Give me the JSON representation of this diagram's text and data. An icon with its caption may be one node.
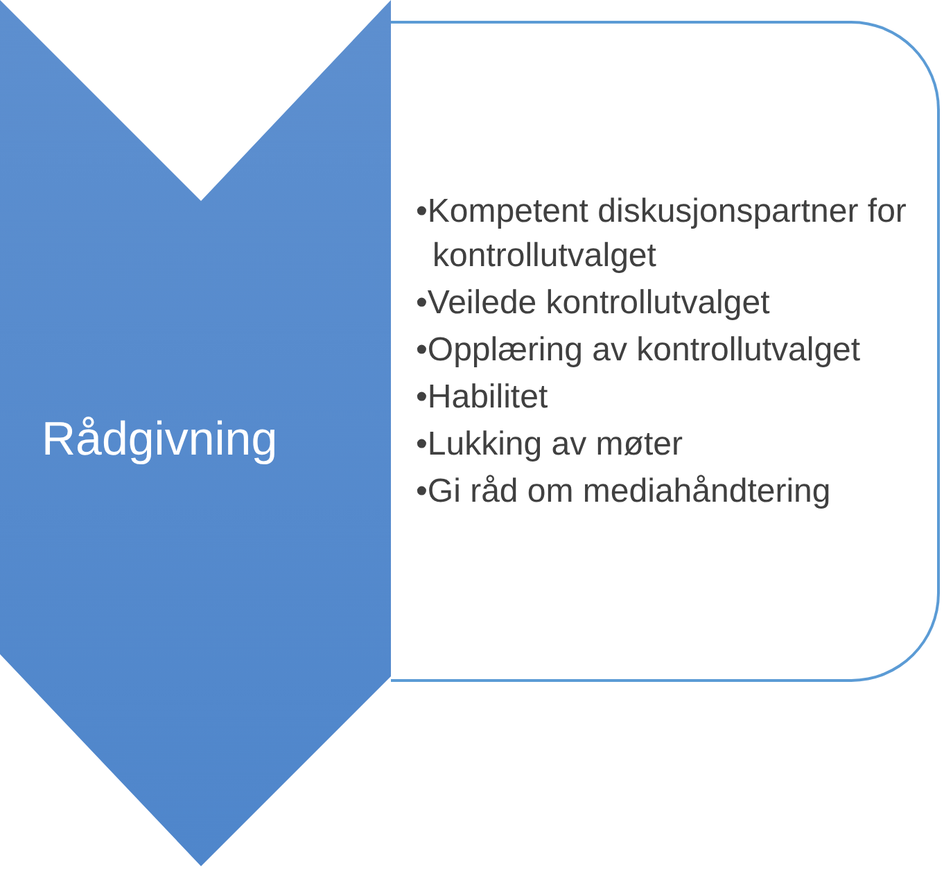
{
  "diagram": {
    "nodes": [
      {
        "text": [
          "Rådgivning"
        ]
      },
      {
        "text": [
          "•Kompetent diskusjonspartner for kontrollutvalget",
          "•Veilede kontrollutvalget",
          "•Opplæring av kontrollutvalget",
          "•Habilitet",
          "•Lukking av møter",
          "•Gi råd om mediahåndtering"
        ]
      }
    ]
  }
}
